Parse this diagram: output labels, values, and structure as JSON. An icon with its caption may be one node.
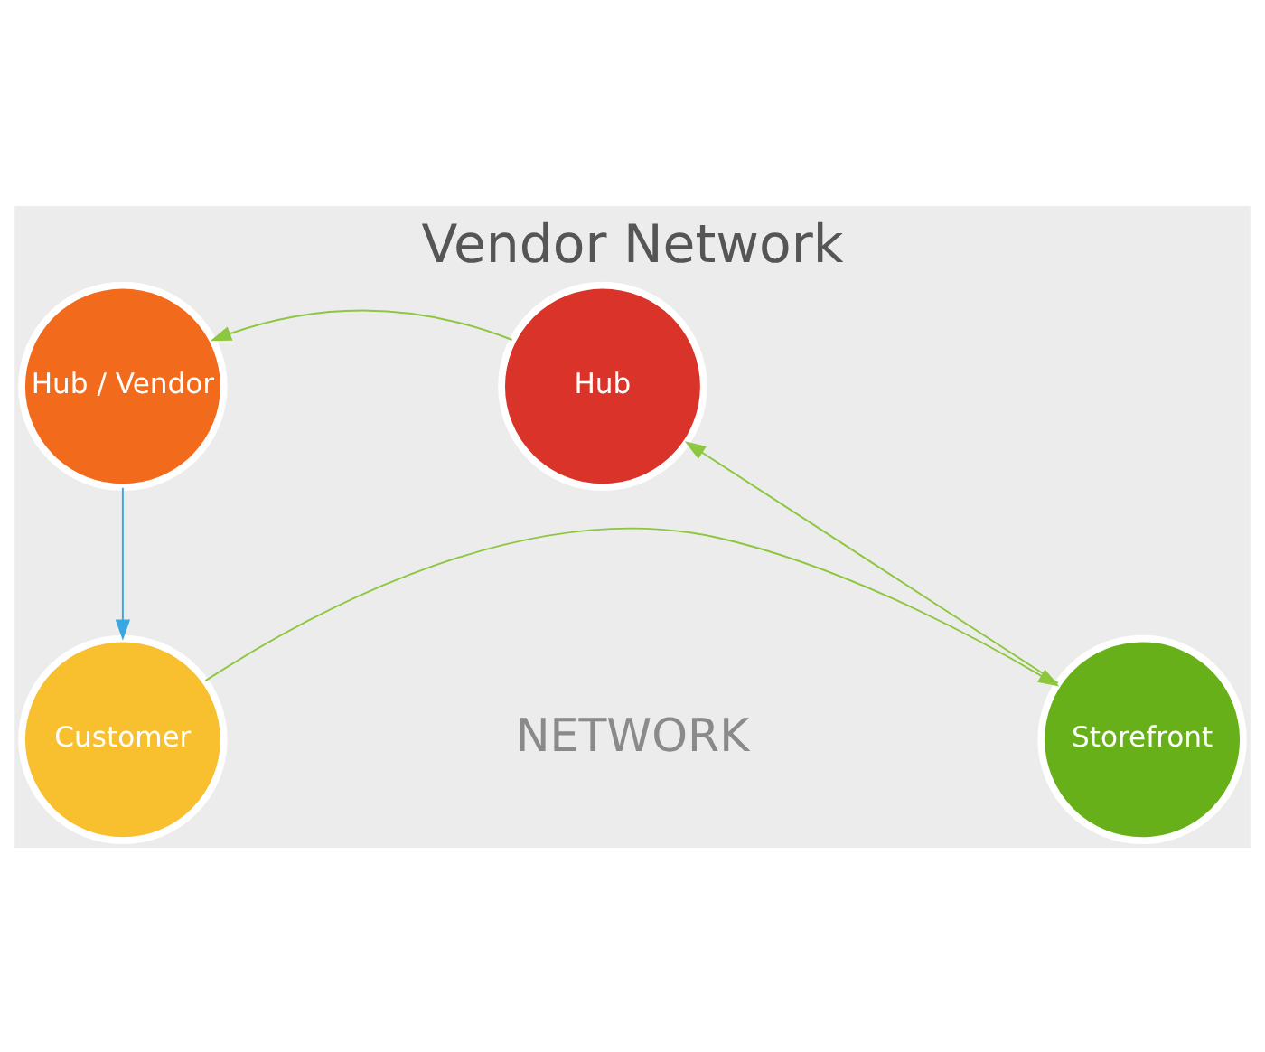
{
  "diagram": {
    "title": "Vendor Network",
    "nodes": [
      {
        "text": [
          "Hub / Vendor"
        ]
      },
      {
        "text": [
          "Hub"
        ]
      },
      {
        "text": [
          "Customer"
        ]
      },
      {
        "text": [
          "Storefront"
        ]
      }
    ],
    "edges": [
      {
        "from": 2,
        "to": 3,
        "arrow": "to"
      },
      {
        "from": 3,
        "to": 1,
        "arrow": "to"
      },
      {
        "from": 1,
        "to": 0,
        "arrow": "to"
      },
      {
        "from": 0,
        "to": 2,
        "arrow": "to",
        "color": "#3aa7e0"
      }
    ],
    "labels": [
      "NETWORK"
    ]
  }
}
